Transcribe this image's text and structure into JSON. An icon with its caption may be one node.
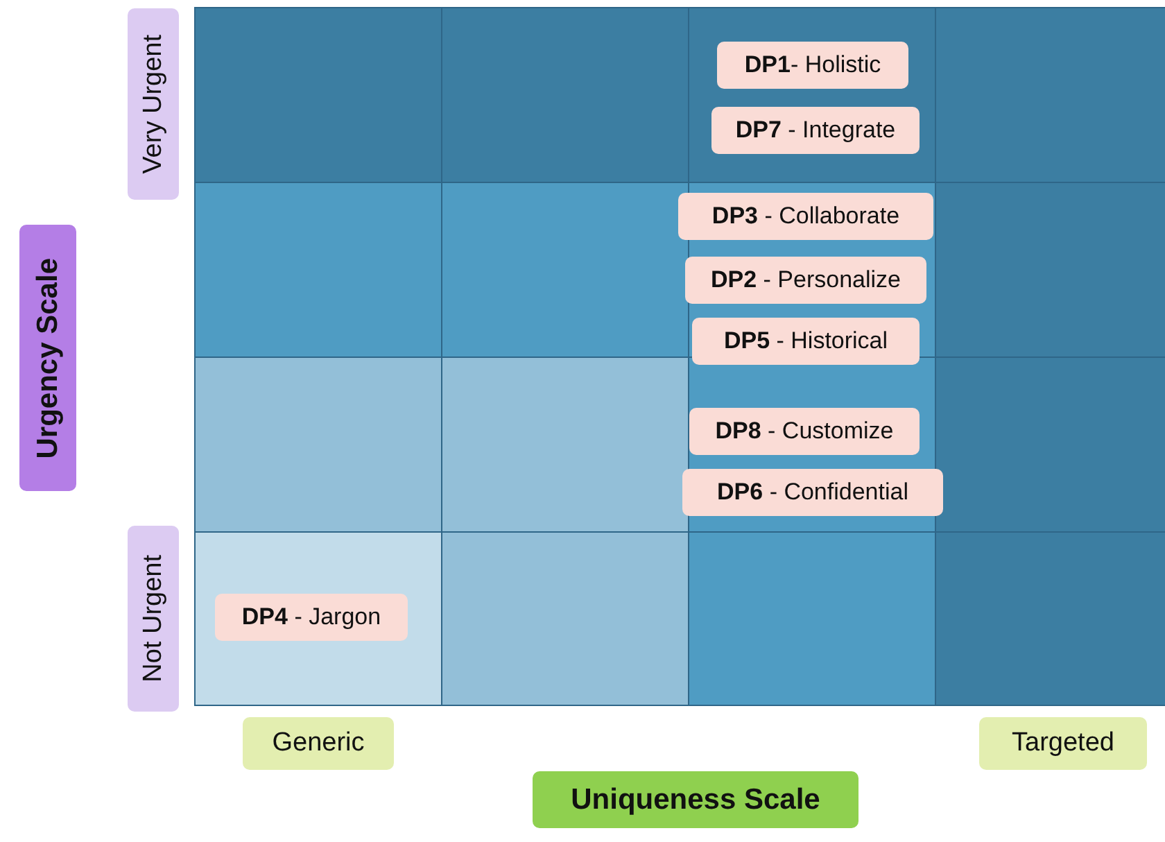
{
  "diagram": {
    "nodes": [
      {
        "text": [
          "Very Urgent"
        ]
      },
      {
        "text": [
          "Urgency Scale"
        ]
      },
      {
        "text": [
          "Not Urgent"
        ]
      },
      {
        "text": [
          "**DP1**- Holistic"
        ]
      },
      {
        "text": [
          "**DP7** - Integrate"
        ]
      },
      {
        "text": [
          "**DP3** - Collaborate"
        ]
      },
      {
        "text": [
          "**DP2** - Personalize"
        ]
      },
      {
        "text": [
          "**DP5** - Historical"
        ]
      },
      {
        "text": [
          "**DP8** - Customize"
        ]
      },
      {
        "text": [
          "**DP6** - Confidential"
        ]
      },
      {
        "text": [
          "**DP4** - Jargon"
        ]
      },
      {
        "text": [
          "Generic"
        ]
      },
      {
        "text": [
          "Targeted"
        ]
      },
      {
        "text": [
          "Uniqueness Scale"
        ]
      }
    ]
  }
}
